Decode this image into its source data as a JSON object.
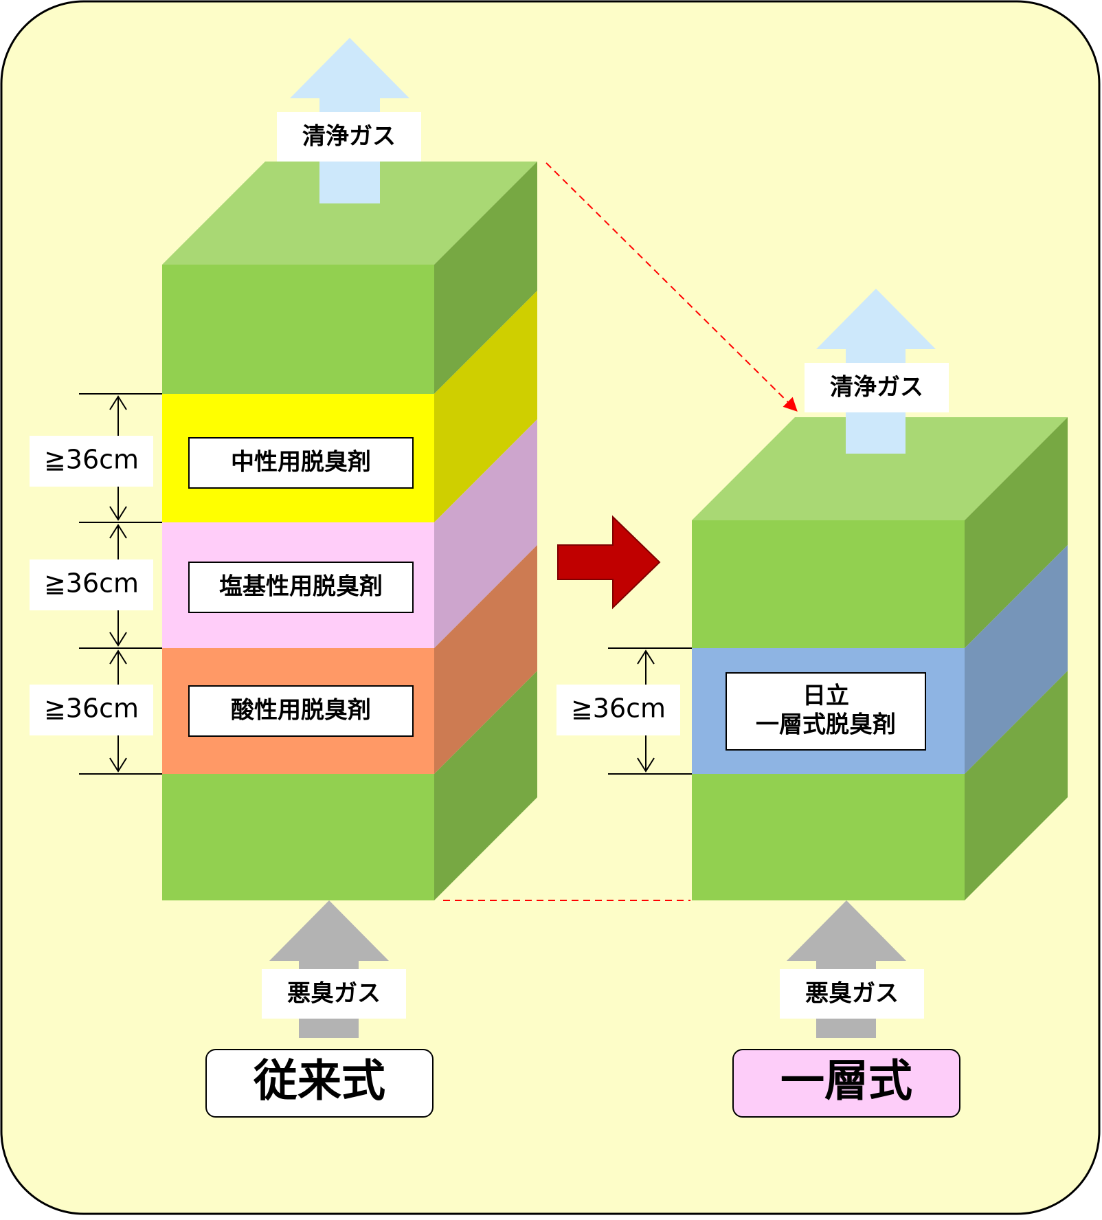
{
  "clean_gas_label": "清浄ガス",
  "foul_gas_label": "悪臭ガス",
  "dimension_label": "≧36cm",
  "conventional": {
    "title": "従来式",
    "layers": [
      "中性用脱臭剤",
      "塩基性用脱臭剤",
      "酸性用脱臭剤"
    ]
  },
  "single_layer": {
    "title": "一層式",
    "agent_line1": "日立",
    "agent_line2": "一層式脱臭剤"
  },
  "colors": {
    "background": "#fdfdc8",
    "green_front": "#92d050",
    "green_side": "#77a843",
    "green_top": "#a9d874",
    "neutral_front": "#ffff00",
    "neutral_side": "#cfcf00",
    "basic_front": "#ffcdf9",
    "basic_side": "#cda5cd",
    "acidic_front": "#ff9966",
    "acidic_side": "#cd7b52",
    "onelayer_front": "#8eb4e3",
    "onelayer_side": "#7695b9",
    "clean_arrow": "#cde8fb",
    "foul_arrow": "#b3b3b3",
    "transition_arrow": "#c00000",
    "dashed_line": "#ff0000",
    "single_title_bg": "#fdcdf9"
  }
}
